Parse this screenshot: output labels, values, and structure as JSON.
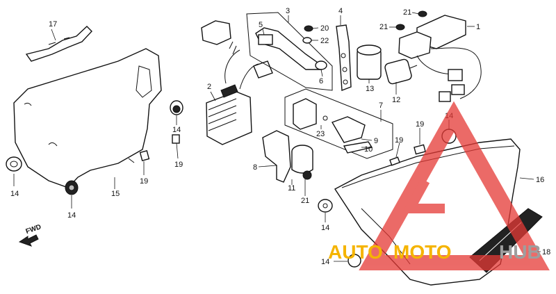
{
  "callouts": {
    "c1": "1",
    "c2": "2",
    "c3": "3",
    "c4": "4",
    "c5": "5",
    "c6": "6",
    "c7": "7",
    "c8": "8",
    "c9": "9",
    "c10": "10",
    "c11": "11",
    "c12": "12",
    "c13": "13",
    "c14a": "14",
    "c14b": "14",
    "c14c": "14",
    "c14d": "14",
    "c14e": "14",
    "c14f": "14",
    "c15": "15",
    "c16": "16",
    "c17": "17",
    "c18": "18",
    "c19a": "19",
    "c19b": "19",
    "c19c": "19",
    "c19d": "19",
    "c20": "20",
    "c21a": "21",
    "c21b": "21",
    "c21c": "21",
    "c22": "22",
    "c23": "23"
  },
  "direction_label": "FWD",
  "watermark": {
    "part1": "AUTO",
    "part2": "MOTO",
    "part3": "HUB",
    "color_red": "#e53935",
    "color_yellow": "#f5b400",
    "color_grey": "#9e9e9e"
  }
}
